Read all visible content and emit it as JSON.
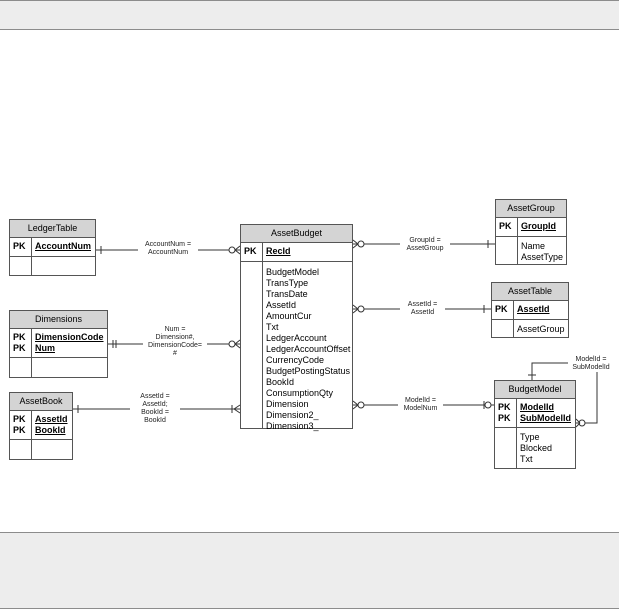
{
  "entities": {
    "ledger_table": {
      "title": "LedgerTable",
      "pk_label": "PK",
      "pk_fields": [
        "AccountNum"
      ],
      "attributes": []
    },
    "dimensions": {
      "title": "Dimensions",
      "pk_label": "PK\nPK",
      "pk_fields": [
        "DimensionCode",
        "Num"
      ],
      "attributes": []
    },
    "asset_book": {
      "title": "AssetBook",
      "pk_label": "PK\nPK",
      "pk_fields": [
        "AssetId",
        "BookId"
      ],
      "attributes": []
    },
    "asset_budget": {
      "title": "AssetBudget",
      "pk_label": "PK",
      "pk_fields": [
        "RecId"
      ],
      "attributes": [
        "BudgetModel",
        "TransType",
        "TransDate",
        "AssetId",
        "AmountCur",
        "Txt",
        "LedgerAccount",
        "LedgerAccountOffset",
        "CurrencyCode",
        "BudgetPostingStatus",
        "BookId",
        "ConsumptionQty",
        "Dimension",
        "Dimension2_",
        "Dimension3_"
      ]
    },
    "asset_group": {
      "title": "AssetGroup",
      "pk_label": "PK",
      "pk_fields": [
        "GroupId"
      ],
      "attributes": [
        "Name",
        "AssetType"
      ]
    },
    "asset_table": {
      "title": "AssetTable",
      "pk_label": "PK",
      "pk_fields": [
        "AssetId"
      ],
      "attributes": [
        "AssetGroup"
      ]
    },
    "budget_model": {
      "title": "BudgetModel",
      "pk_label": "PK\nPK",
      "pk_fields": [
        "ModelId",
        "SubModelId"
      ],
      "attributes": [
        "Type",
        "Blocked",
        "Txt"
      ]
    }
  },
  "relationships": {
    "ledger": [
      "AccountNum =",
      "AccountNum"
    ],
    "dimensions": [
      "Num =",
      "Dimension#,",
      "DimensionCode=",
      "#"
    ],
    "assetbook": [
      "AssetId =",
      "AssetId;",
      "BookId =",
      "BookId"
    ],
    "group": [
      "GroupId =",
      "AssetGroup"
    ],
    "assettable": [
      "AssetId =",
      "AssetId"
    ],
    "model": [
      "ModelId =",
      "ModelNum"
    ],
    "self": [
      "ModelId =",
      "SubModelId"
    ]
  },
  "colors": {
    "header": "#d4d4d4",
    "border": "#555555",
    "band": "#ededed"
  }
}
